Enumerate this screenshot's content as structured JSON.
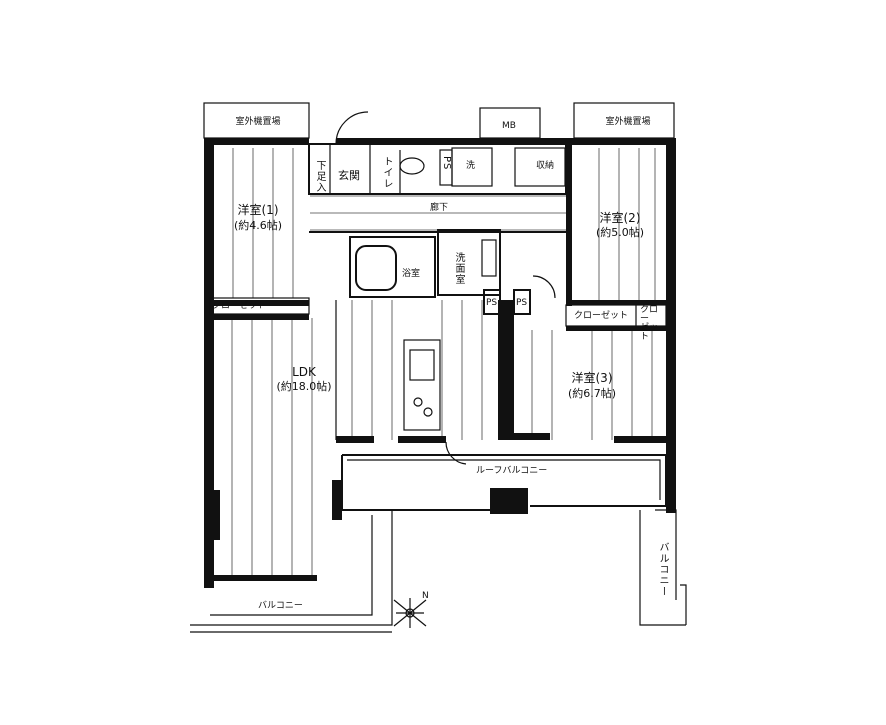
{
  "rooms": {
    "western1": {
      "name": "洋室(1)",
      "area": "(約4.6帖)"
    },
    "western2": {
      "name": "洋室(2)",
      "area": "(約5.0帖)"
    },
    "western3": {
      "name": "洋室(3)",
      "area": "(約6.7帖)"
    },
    "ldk": {
      "name": "LDK",
      "area": "(約18.0帖)"
    },
    "entrance": "玄関",
    "shoe_closet": "下足入",
    "toilet": "トイレ",
    "washer": "洗",
    "storage": "収納",
    "hallway": "廊下",
    "bath": "浴室",
    "washroom": "洗面室",
    "closet1": "クローゼット",
    "closet2": "クローゼット",
    "closet3": "クロー\nゼット",
    "ps1": "PS",
    "ps2": "PS",
    "ps3": "PS",
    "mb": "MB"
  },
  "exterior": {
    "ac_left": "室外機置場",
    "ac_right": "室外機置場",
    "roof_balcony": "ルーフバルコニー",
    "balcony_bottom": "バルコニー",
    "balcony_right": "バルコニー",
    "north": "N"
  }
}
